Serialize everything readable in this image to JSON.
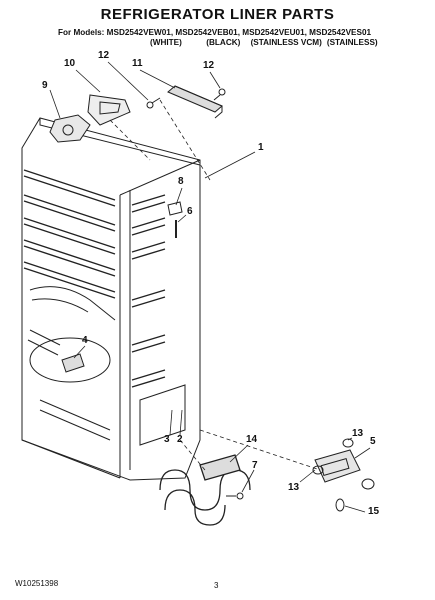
{
  "header": {
    "title": "REFRIGERATOR LINER PARTS",
    "models": "For Models: MSD2542VEW01, MSD2542VEB01, MSD2542VEU01, MSD2542VES01",
    "variants": [
      "(WHITE)",
      "(BLACK)",
      "(STAINLESS VCM)",
      "(STAINLESS)"
    ]
  },
  "callouts": {
    "c10": "10",
    "c12a": "12",
    "c11": "11",
    "c12b": "12",
    "c9": "9",
    "c1": "1",
    "c8": "8",
    "c6": "6",
    "c4": "4",
    "c3": "3",
    "c2": "2",
    "c14": "14",
    "c13a": "13",
    "c5": "5",
    "c7": "7",
    "c13b": "13",
    "c15": "15"
  },
  "footer": {
    "doc_id": "W10251398",
    "page": "3"
  }
}
